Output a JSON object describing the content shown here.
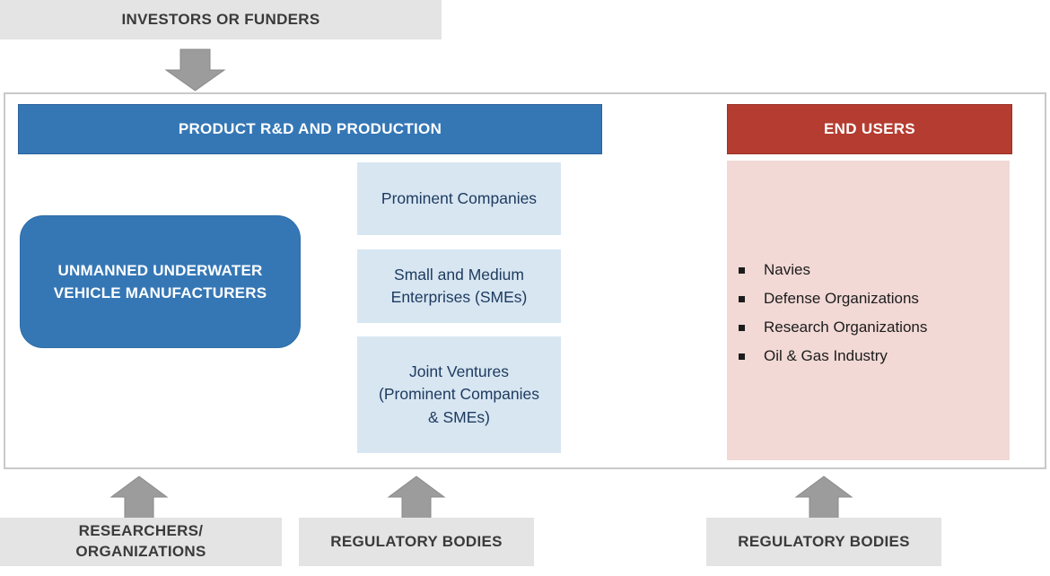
{
  "palette": {
    "blue": "#3577B5",
    "blue_border": "#2B629C",
    "light_blue": "#D8E6F2",
    "red": "#B43C30",
    "red_border": "#9C3128",
    "pink": "#F2D9D6",
    "gray_label_bg": "#E4E4E4",
    "block_arrow_gray": "#9C9C9C",
    "connector_line_gray": "#D4D4D4",
    "connector_arrowhead_gray": "#B0B0B0",
    "navy_text": "#1C3A5E",
    "dark_text": "#3A3A3A",
    "frame_border": "#C9C9C9"
  },
  "top": {
    "label": "INVESTORS OR FUNDERS"
  },
  "production": {
    "header": "PRODUCT R&D AND PRODUCTION",
    "manufacturer": "UNMANNED UNDERWATER VEHICLE MANUFACTURERS",
    "company_types": [
      {
        "label": "Prominent Companies"
      },
      {
        "label": "Small and Medium Enterprises (SMEs)"
      },
      {
        "label": "Joint Ventures (Prominent Companies & SMEs)"
      }
    ]
  },
  "end_users": {
    "header": "END USERS",
    "items": [
      "Navies",
      "Defense Organizations",
      "Research Organizations",
      "Oil & Gas Industry"
    ]
  },
  "bottom_labels": [
    {
      "lines": [
        "RESEARCHERS/",
        "ORGANIZATIONS"
      ]
    },
    {
      "lines": [
        "REGULATORY BODIES"
      ]
    },
    {
      "lines": [
        "REGULATORY BODIES"
      ]
    }
  ]
}
